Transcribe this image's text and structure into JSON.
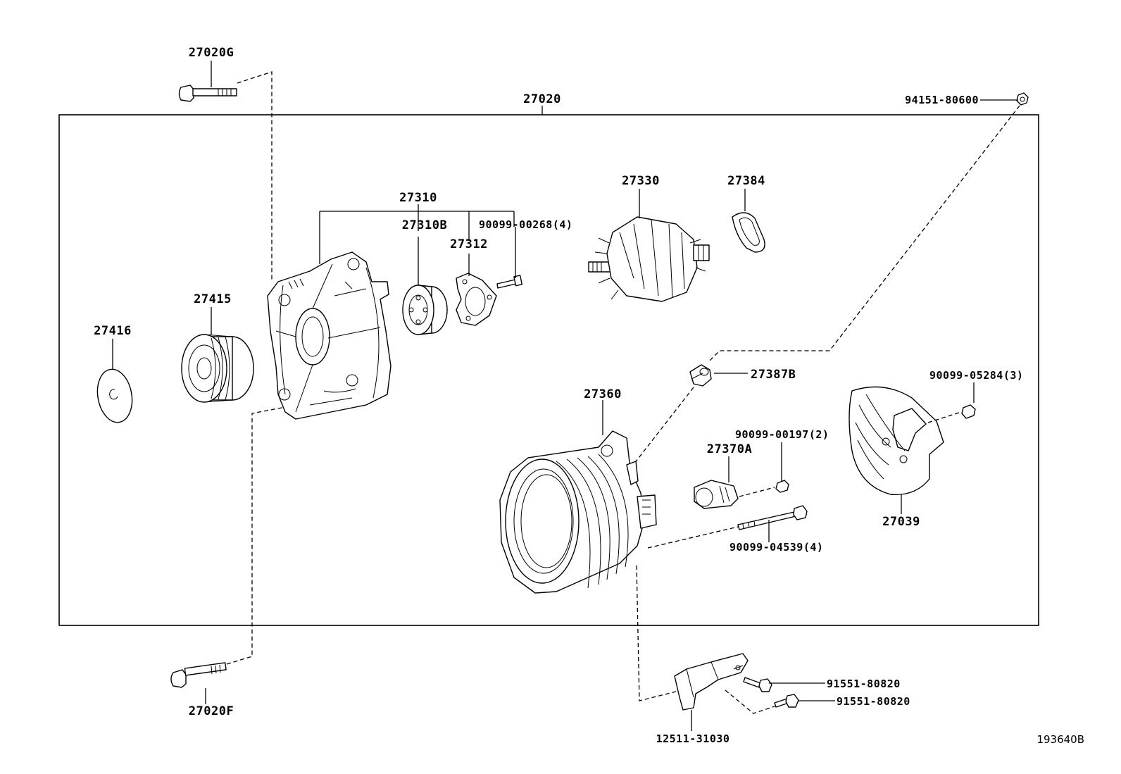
{
  "figure_number": "193640B",
  "parts": {
    "p27020": "27020",
    "p27020G": "27020G",
    "p27020F": "27020F",
    "p94151_80600": "94151-80600",
    "p27310": "27310",
    "p27310B": "27310B",
    "p27312": "27312",
    "p90099_00268": "90099-00268(4)",
    "p27330": "27330",
    "p27384": "27384",
    "p27415": "27415",
    "p27416": "27416",
    "p27387B": "27387B",
    "p27360": "27360",
    "p90099_05284": "90099-05284(3)",
    "p90099_00197": "90099-00197(2)",
    "p27370A": "27370A",
    "p27039": "27039",
    "p90099_04539": "90099-04539(4)",
    "p91551_80820a": "91551-80820",
    "p91551_80820b": "91551-80820",
    "p12511_31030": "12511-31030"
  }
}
